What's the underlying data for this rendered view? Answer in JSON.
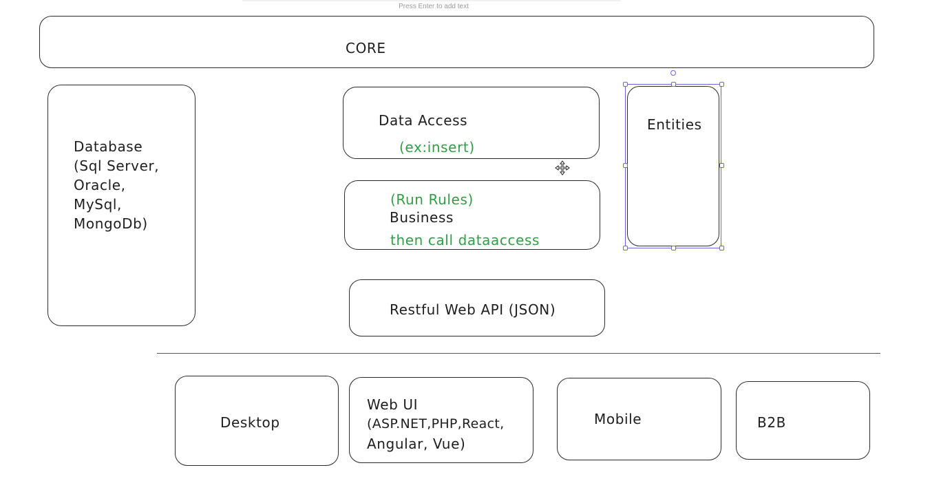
{
  "hint": {
    "text": "Press Enter to add text"
  },
  "blocks": {
    "core": "CORE",
    "database": [
      "Database",
      "(Sql Server,",
      "Oracle,",
      "MySql,",
      "MongoDb)"
    ],
    "data_access": {
      "title": "Data Access",
      "note": "(ex:insert)"
    },
    "business": {
      "note_top": "(Run Rules)",
      "title": "Business",
      "note_bottom": "then call dataaccess"
    },
    "entities": "Entities",
    "api": "Restful Web API (JSON)",
    "desktop": "Desktop",
    "web_ui": [
      "Web UI",
      "(ASP.NET,PHP,React,",
      "Angular, Vue)"
    ],
    "mobile": "Mobile",
    "b2b": "B2B"
  },
  "colors": {
    "stroke": "#1e1e1e",
    "note_green": "#2f9e44",
    "selection": "#6965db"
  },
  "icons": {
    "cursor": "move-cursor-icon"
  }
}
